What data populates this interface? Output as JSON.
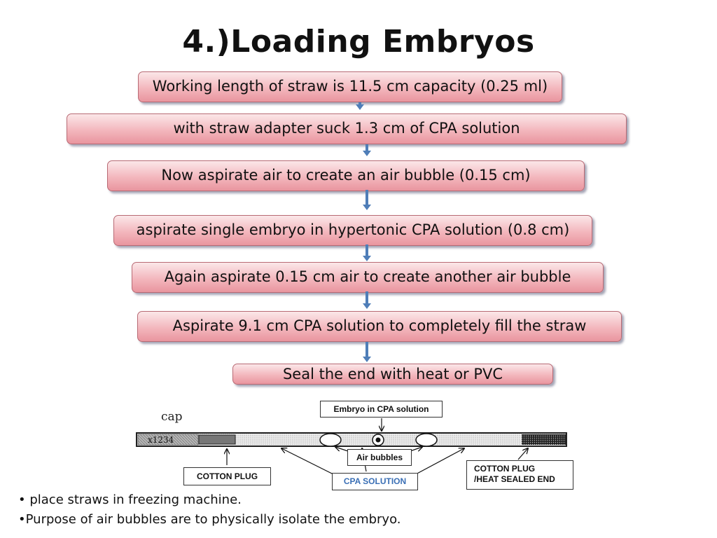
{
  "title": "4.)Loading Embryos",
  "steps": [
    "Working length of straw is 11.5 cm capacity (0.25 ml)",
    "with straw adapter suck 1.3 cm of CPA solution",
    "Now aspirate air to create an  air bubble (0.15 cm)",
    "aspirate single embryo in hypertonic CPA solution (0.8 cm)",
    "Again aspirate 0.15 cm air to create another air bubble",
    "Aspirate 9.1 cm CPA solution to completely fill the straw",
    "Seal the end with heat or PVC"
  ],
  "diagram": {
    "cap_label": "cap",
    "straw_code": "x1234",
    "embryo_label": "Embryo in CPA solution",
    "air_bubbles_label": "Air bubbles",
    "cotton_plug_label": "COTTON PLUG",
    "cpa_solution_label": "CPA SOLUTION",
    "sealed_end_line1": "COTTON PLUG",
    "sealed_end_line2": "/HEAT SEALED END"
  },
  "bullets": [
    "• place straws in freezing machine.",
    "•Purpose of air bubbles are to physically isolate the  embryo."
  ],
  "colors": {
    "arrow": "#4f7eb8",
    "box_fill": "#f3b7bd",
    "cpa_label": "#3a6fb5"
  }
}
